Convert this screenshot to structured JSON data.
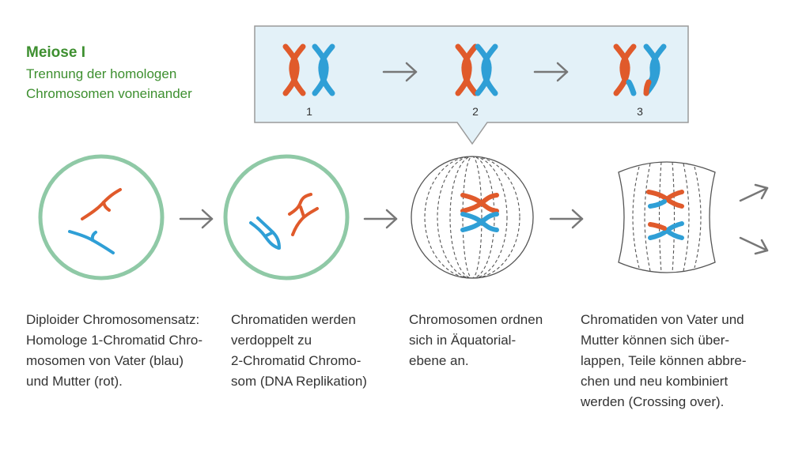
{
  "header": {
    "title": "Meiose I",
    "subtitle": "Trennung der homologen\nChromosomen voneinander"
  },
  "inset": {
    "labels": [
      "1",
      "2",
      "3"
    ]
  },
  "captions": [
    "Diploider Chromosomensatz:\nHomologe 1-Chromatid Chro-\nmosomen von Vater (blau)\nund Mutter (rot).",
    "Chromatiden werden\nverdoppelt zu\n2-Chromatid Chromo-\nsom (DNA Replikation)",
    "Chromosomen ordnen\nsich in Äquatorial-\nebene an.",
    "Chromatiden von Vater und\nMutter können sich über-\nlappen, Teile können abbre-\nchen und neu kombiniert\nwerden (Crossing over)."
  ],
  "colors": {
    "paternal": "#2f9fd6",
    "maternal": "#e05a2b",
    "accent_green": "#3d8f2f",
    "cell_ring": "#8fc9a6",
    "inset_fill": "#e3f1f8",
    "arrow": "#777777"
  }
}
